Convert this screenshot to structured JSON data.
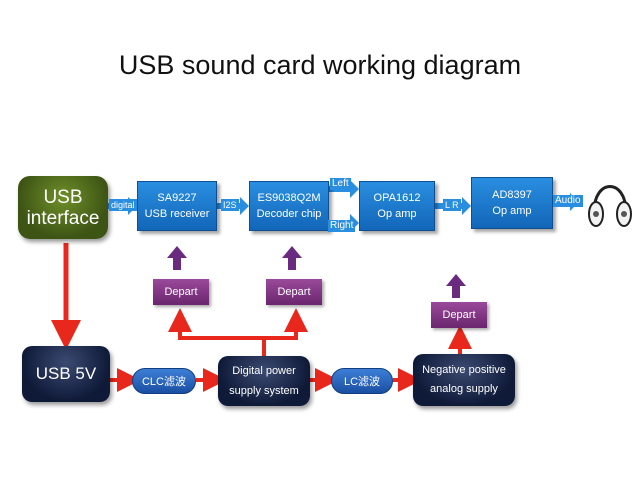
{
  "title": "USB sound card working diagram",
  "nodes": {
    "usb_interface": {
      "line1": "USB",
      "line2": "interface"
    },
    "sa9227": {
      "line1": "SA9227",
      "line2": "USB receiver"
    },
    "es9038": {
      "line1": "ES9038Q2M",
      "line2": "Decoder chip"
    },
    "opa1612": {
      "line1": "OPA1612",
      "line2": "Op amp"
    },
    "ad8397": {
      "line1": "AD8397",
      "line2": "Op amp"
    },
    "usb5v": {
      "label": "USB 5V"
    },
    "digital_power": {
      "line1": "Digital power",
      "line2": "supply system"
    },
    "neg_pos": {
      "line1": "Negative positive",
      "line2": "analog supply"
    },
    "depart1": {
      "label": "Depart"
    },
    "depart2": {
      "label": "Depart"
    },
    "depart3": {
      "label": "Depart"
    },
    "clc": {
      "label": "CLC滤波"
    },
    "lc": {
      "label": "LC滤波"
    }
  },
  "edge_labels": {
    "digital": "digital",
    "i2s": "I2S",
    "left": "Left",
    "right": "Right",
    "lr": "L R",
    "audio": "Audio"
  },
  "colors": {
    "block_blue": "#1a78d0",
    "usb_green": "#4e6a1c",
    "power_navy": "#1a2548",
    "depart_purple": "#7b3480",
    "power_arrow_red": "#e8281c"
  },
  "icons": [
    "headphones-icon"
  ]
}
